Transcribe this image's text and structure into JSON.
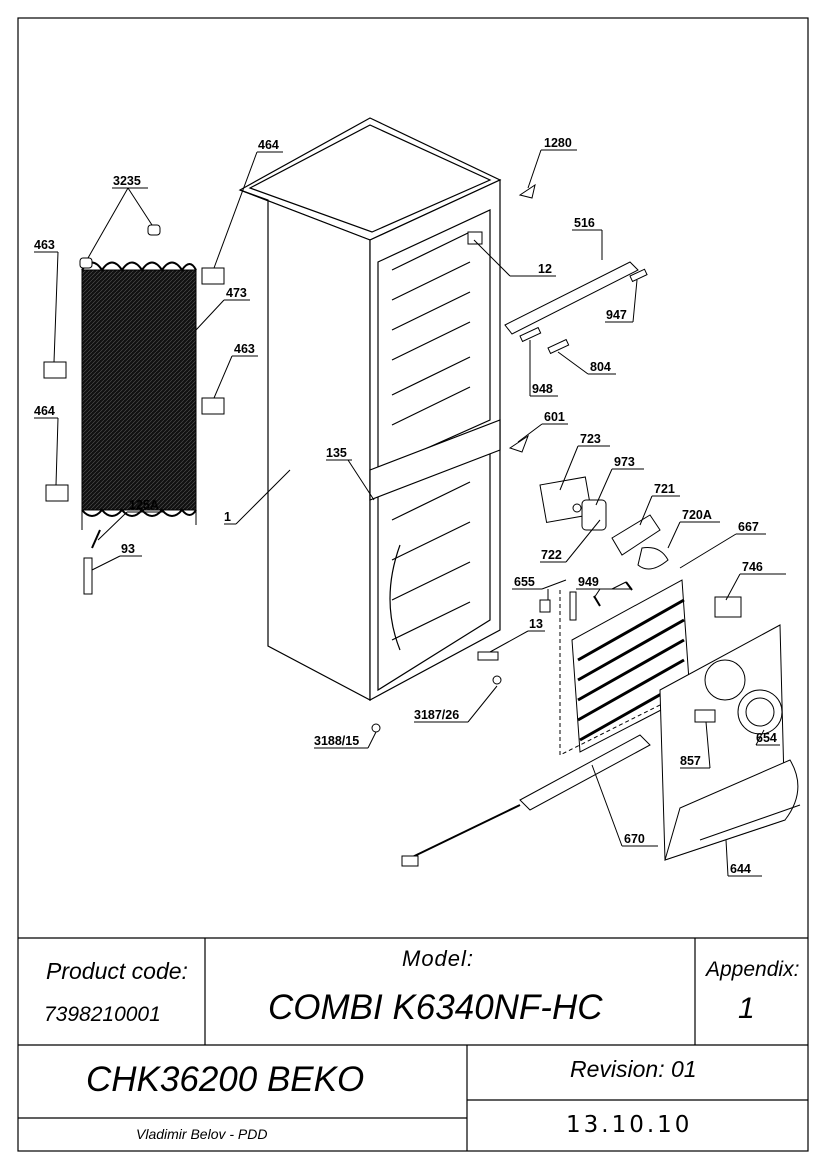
{
  "parts": [
    {
      "id": "p1280",
      "label": "1280"
    },
    {
      "id": "p464a",
      "label": "464"
    },
    {
      "id": "p3235",
      "label": "3235"
    },
    {
      "id": "p516",
      "label": "516"
    },
    {
      "id": "p463a",
      "label": "463"
    },
    {
      "id": "p12",
      "label": "12"
    },
    {
      "id": "p473",
      "label": "473"
    },
    {
      "id": "p947",
      "label": "947"
    },
    {
      "id": "p463b",
      "label": "463"
    },
    {
      "id": "p804",
      "label": "804"
    },
    {
      "id": "p948",
      "label": "948"
    },
    {
      "id": "p464b",
      "label": "464"
    },
    {
      "id": "p601",
      "label": "601"
    },
    {
      "id": "p723",
      "label": "723"
    },
    {
      "id": "p135",
      "label": "135"
    },
    {
      "id": "p973",
      "label": "973"
    },
    {
      "id": "p721",
      "label": "721"
    },
    {
      "id": "p125A",
      "label": "125A"
    },
    {
      "id": "p720A",
      "label": "720A"
    },
    {
      "id": "p1",
      "label": "1"
    },
    {
      "id": "p667",
      "label": "667"
    },
    {
      "id": "p722",
      "label": "722"
    },
    {
      "id": "p93",
      "label": "93"
    },
    {
      "id": "p655",
      "label": "655"
    },
    {
      "id": "p949",
      "label": "949"
    },
    {
      "id": "p746",
      "label": "746"
    },
    {
      "id": "p13",
      "label": "13"
    },
    {
      "id": "p3187_26",
      "label": "3187/26"
    },
    {
      "id": "p3188_15",
      "label": "3188/15"
    },
    {
      "id": "p654",
      "label": "654"
    },
    {
      "id": "p857",
      "label": "857"
    },
    {
      "id": "p670",
      "label": "670"
    },
    {
      "id": "p644",
      "label": "644"
    }
  ],
  "title_block": {
    "product_code_label": "Product code:",
    "product_code": "7398210001",
    "model_label": "Model:",
    "model": "COMBI K6340NF-HC",
    "appendix_label": "Appendix:",
    "appendix": "1",
    "brand_code": "CHK36200 BEKO",
    "revision": "Revision: 01",
    "author": "Vladimir Belov - PDD",
    "date": "13.10.10"
  }
}
